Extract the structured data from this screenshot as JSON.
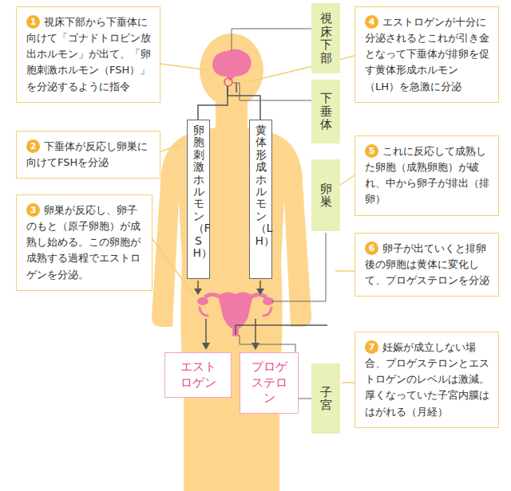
{
  "diagram": {
    "nodes": [
      {
        "text": [
          "1",
          "視床下部から下垂体に向けて「ゴナドトロピン放出ホルモン」が出て、「卵胞刺激ホルモン（FSH）」を分泌するように指令"
        ]
      },
      {
        "text": [
          "2",
          "下垂体が反応し卵巣に向けてFSHを分泌"
        ]
      },
      {
        "text": [
          "3",
          "卵巣が反応し、卵子のもと（原子卵胞）が成熟し始める。この卵胞が成熟する過程でエストロゲンを分泌。"
        ]
      },
      {
        "text": [
          "卵胞刺激ホルモン（FSH）"
        ]
      },
      {
        "text": [
          "黄体形成ホルモン（LH）"
        ]
      },
      {
        "text": [
          "エストロゲン"
        ]
      },
      {
        "text": [
          "プロゲステロン"
        ]
      },
      {
        "text": [
          "視床下部"
        ]
      },
      {
        "text": [
          "下垂体"
        ]
      },
      {
        "text": [
          "卵巣"
        ]
      },
      {
        "text": [
          "子宮"
        ]
      },
      {
        "text": [
          "4",
          "エストロゲンが十分に分泌されるとこれが引き金となって下垂体が排卵を促す黄体形成ホルモン（LH）を急激に分泌"
        ]
      },
      {
        "text": [
          "5",
          "これに反応して成熟した卵胞（成熟卵胞）が破れ、中から卵子が排出（排卵）"
        ]
      },
      {
        "text": [
          "6",
          "卵子が出ていくと排卵後の卵胞は黄体に変化して、プロゲステロンを分泌"
        ]
      },
      {
        "text": [
          "7",
          "妊娠が成立しない場合、プロゲステロンとエストロゲンのレベルは激減。厚くなっていた子宮内膜ははがれる（月経）"
        ]
      }
    ]
  }
}
